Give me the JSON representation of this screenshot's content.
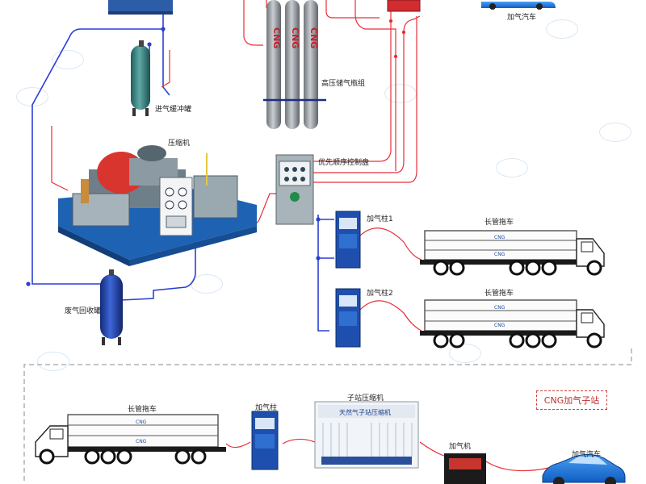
{
  "labels": {
    "storage_bank": "高压储气瓶组",
    "buffer_tank": "进气缓冲罐",
    "compressor": "压缩机",
    "recovery_tank": "废气回收罐",
    "control_panel": "优先顺序控制盘",
    "dispenser1": "加气柱1",
    "dispenser2": "加气柱2",
    "trailer1": "长管拖车",
    "trailer2": "长管拖车",
    "trailer3": "长管拖车",
    "sub_dispenser": "加气柱",
    "sub_compressor": "子站压缩机",
    "sub_machine": "加气机",
    "car_top": "加气汽车",
    "car_bottom": "加气汽车",
    "substation_title": "CNG加气子站",
    "cylinder_text": "CNG",
    "tube_text": "CNG",
    "sub_compressor_plate": "天然气子站压缩机"
  },
  "colors": {
    "pipe_blue": "#2b3fd6",
    "pipe_red": "#e8303a",
    "dispenser_blue": "#1f4fae",
    "cylinder_gray": "#8e949a"
  }
}
